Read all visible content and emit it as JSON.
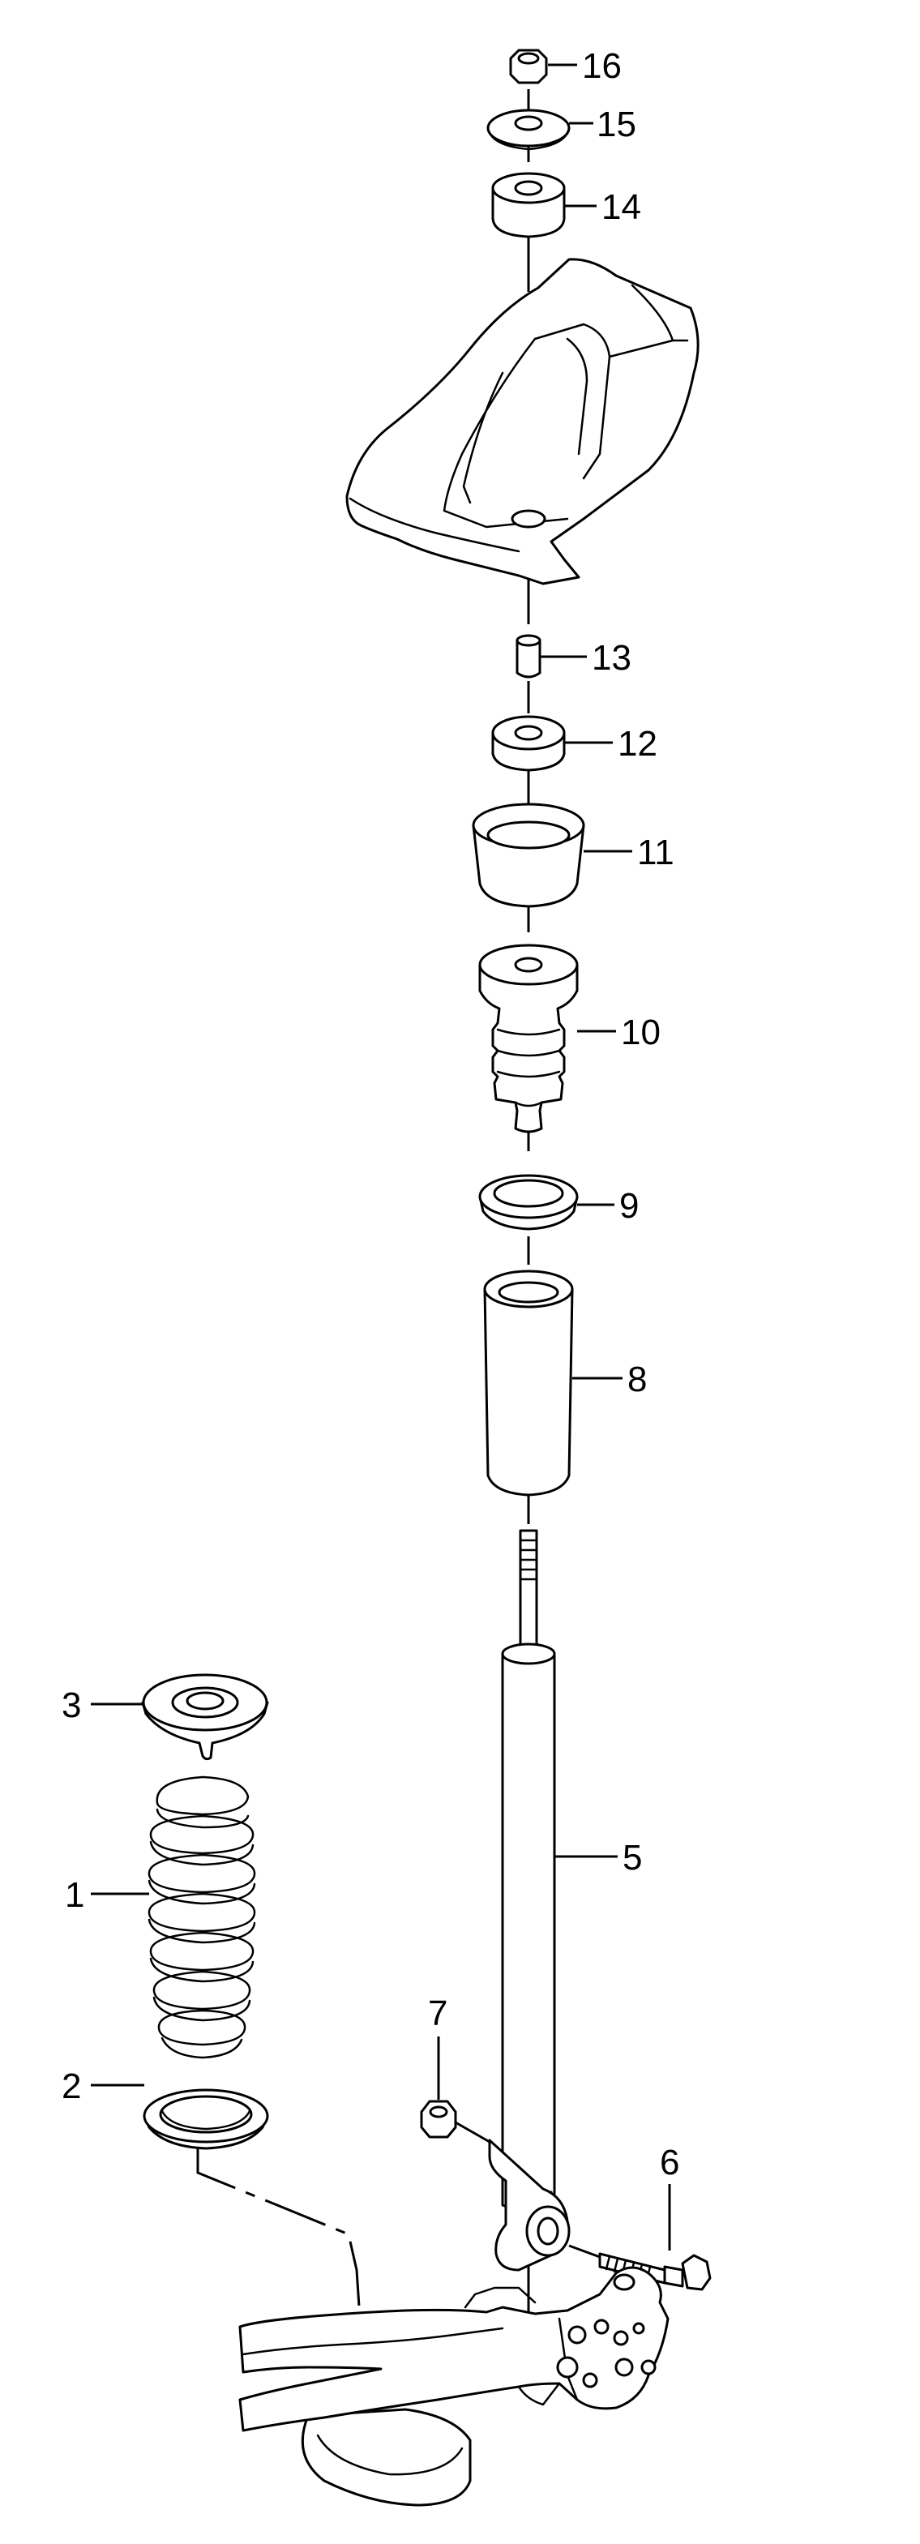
{
  "diagram": {
    "callouts": [
      {
        "id": "16",
        "label": "16",
        "part": "hex nut"
      },
      {
        "id": "15",
        "label": "15",
        "part": "washer"
      },
      {
        "id": "14",
        "label": "14",
        "part": "upper rubber bushing"
      },
      {
        "id": "13",
        "label": "13",
        "part": "spacer sleeve"
      },
      {
        "id": "12",
        "label": "12",
        "part": "lower rubber bushing"
      },
      {
        "id": "11",
        "label": "11",
        "part": "protective cap"
      },
      {
        "id": "10",
        "label": "10",
        "part": "buffer stop"
      },
      {
        "id": "9",
        "label": "9",
        "part": "ring"
      },
      {
        "id": "8",
        "label": "8",
        "part": "protective tube"
      },
      {
        "id": "5",
        "label": "5",
        "part": "shock absorber"
      },
      {
        "id": "7",
        "label": "7",
        "part": "nut"
      },
      {
        "id": "6",
        "label": "6",
        "part": "bolt"
      },
      {
        "id": "3",
        "label": "3",
        "part": "upper spring seat"
      },
      {
        "id": "1",
        "label": "1",
        "part": "coil spring"
      },
      {
        "id": "2",
        "label": "2",
        "part": "lower spring seat"
      }
    ]
  }
}
